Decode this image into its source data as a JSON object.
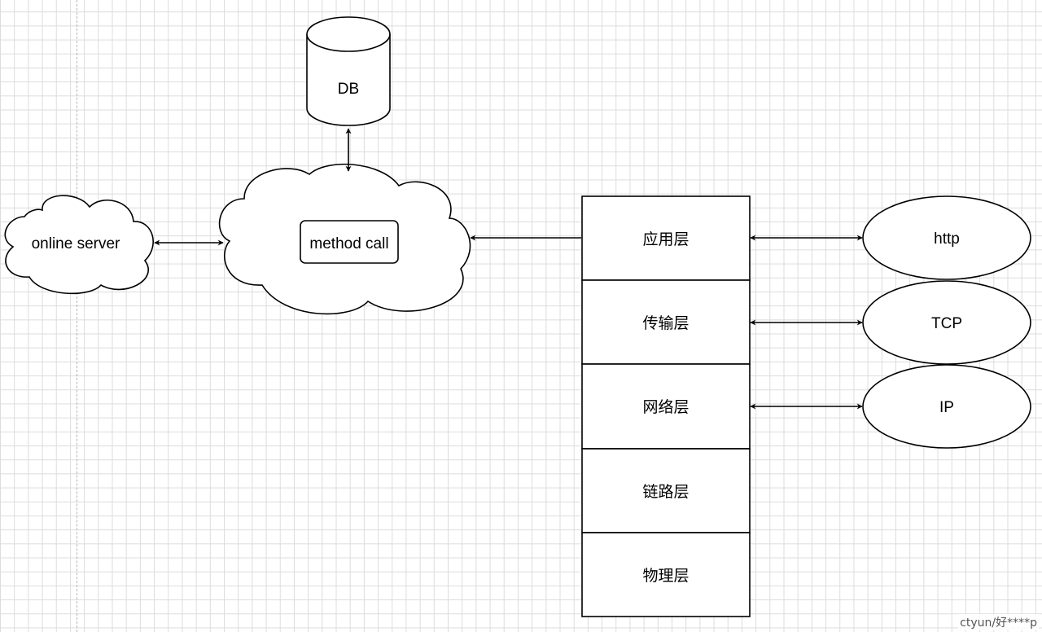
{
  "nodes": {
    "db": "DB",
    "online_server": "online server",
    "method_call": "method call",
    "stack": [
      "应用层",
      "传输层",
      "网络层",
      "链路层",
      "物理层"
    ],
    "protocols": [
      "http",
      "TCP",
      "IP"
    ]
  },
  "watermark": "ctyun/好****p"
}
